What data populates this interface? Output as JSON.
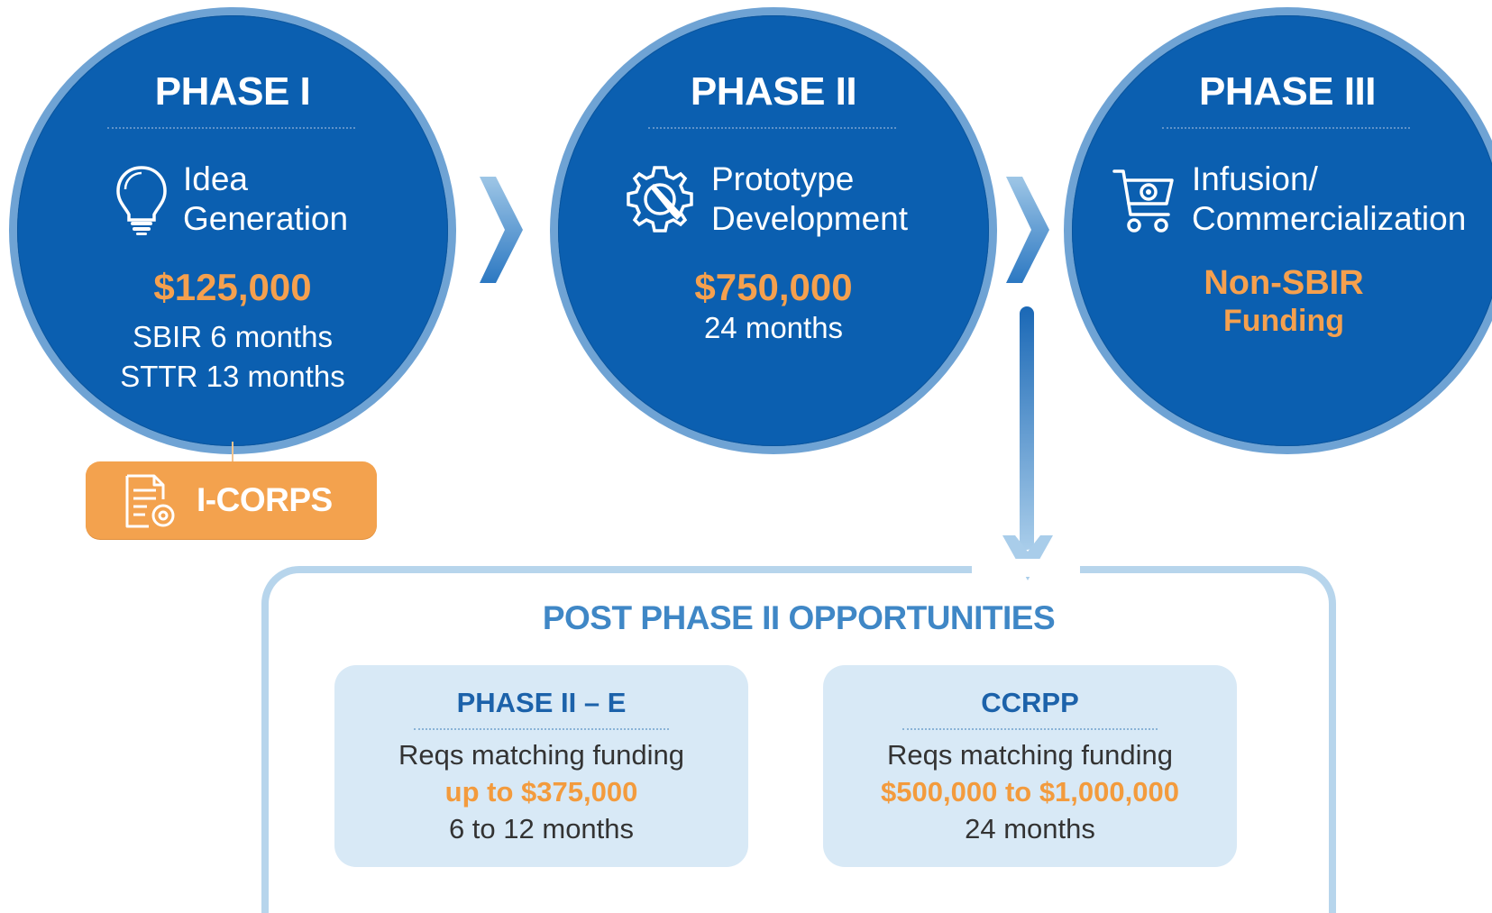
{
  "phases": [
    {
      "title": "PHASE I",
      "stage_line1": "Idea",
      "stage_line2": "Generation",
      "icon": "lightbulb-icon",
      "amount": "$125,000",
      "detail_line1": "SBIR 6 months",
      "detail_line2": "STTR 13 months"
    },
    {
      "title": "PHASE II",
      "stage_line1": "Prototype",
      "stage_line2": "Development",
      "icon": "gear-wrench-icon",
      "amount": "$750,000",
      "detail_line1": "24 months"
    },
    {
      "title": "PHASE III",
      "stage_line1": "Infusion/",
      "stage_line2": "Commercialization",
      "icon": "shopping-cart-gear-icon",
      "amount_line1": "Non-SBIR",
      "amount_line2": "Funding"
    }
  ],
  "icorps": {
    "label": "I-CORPS",
    "icon": "document-gear-icon"
  },
  "post_phase": {
    "title": "POST PHASE II OPPORTUNITIES",
    "cards": [
      {
        "title": "PHASE II – E",
        "line1": "Reqs matching funding",
        "amount": "up to $375,000",
        "line2": "6 to 12 months"
      },
      {
        "title": "CCRPP",
        "line1": "Reqs matching funding",
        "amount": "$500,000 to $1,000,000",
        "line2": "24 months"
      }
    ]
  },
  "colors": {
    "circle_fill": "#0b5fb0",
    "circle_ring": "#6fa3d4",
    "accent_orange": "#f5a04e",
    "card_fill": "#d8e9f6",
    "box_border": "#b7d5ec"
  }
}
